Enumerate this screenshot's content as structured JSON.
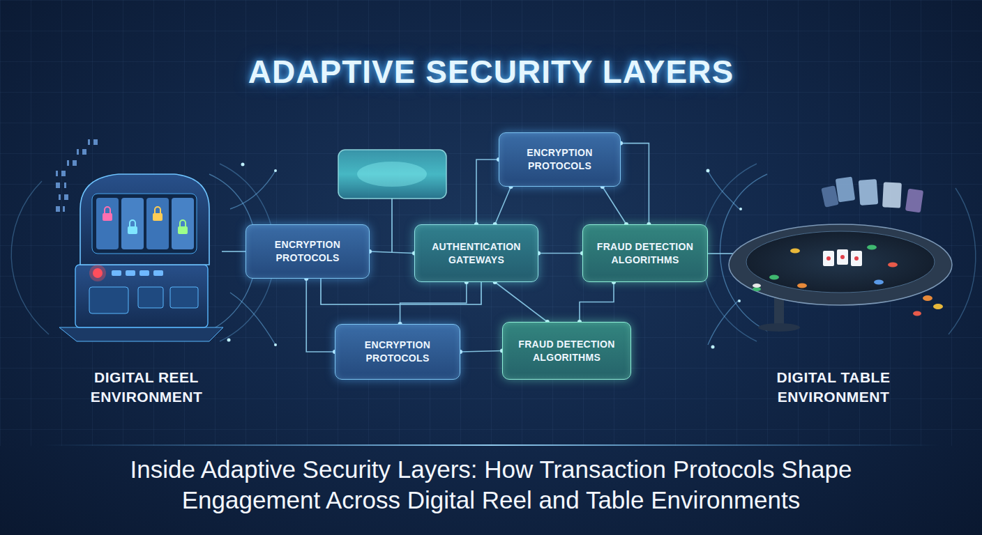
{
  "diagram": {
    "title": "ADAPTIVE SECURITY LAYERS",
    "caption": "Inside Adaptive Security Layers: How Transaction Protocols Shape Engagement Across Digital Reel and Table Environments",
    "nodes": [
      {
        "text": [
          "ENCRYPTION PROTOCOLS"
        ]
      },
      {
        "text": [
          "ENCRYPTION PROTOCOLS"
        ]
      },
      {
        "text": [
          "AUTHENTICATION GATEWAYS"
        ]
      },
      {
        "text": [
          "FRAUD DETECTION ALGORITHMS"
        ]
      },
      {
        "text": [
          "ENCRYPTION PROTOCOLS"
        ]
      },
      {
        "text": [
          "FRAUD DETECTION ALGORITHMS"
        ]
      }
    ],
    "edges": [
      {
        "from": 1,
        "to": 2,
        "arrow": "none"
      },
      {
        "from": 2,
        "to": 3,
        "arrow": "none"
      },
      {
        "from": 0,
        "to": 2,
        "arrow": "none"
      },
      {
        "from": 0,
        "to": 3,
        "arrow": "none"
      },
      {
        "from": 1,
        "to": 4,
        "arrow": "none"
      },
      {
        "from": 2,
        "to": 4,
        "arrow": "none"
      },
      {
        "from": 2,
        "to": 5,
        "arrow": "none"
      },
      {
        "from": 3,
        "to": 5,
        "arrow": "none"
      },
      {
        "from": 4,
        "to": 5,
        "arrow": "none"
      },
      {
        "from": 0,
        "to": 2,
        "arrow": "none"
      },
      {
        "from": 0,
        "to": 3,
        "arrow": "none"
      }
    ],
    "labels": [
      "DIGITAL REEL ENVIRONMENT",
      "DIGITAL TABLE ENVIRONMENT"
    ]
  }
}
